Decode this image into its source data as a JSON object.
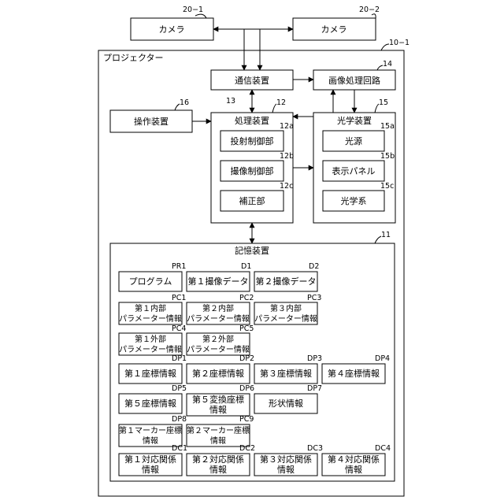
{
  "camera1": {
    "label": "カメラ",
    "ref": "20−1"
  },
  "camera2": {
    "label": "カメラ",
    "ref": "20−2"
  },
  "projector": {
    "label": "プロジェクター",
    "ref": "10−1"
  },
  "comm": {
    "label": "通信装置",
    "ref": "13"
  },
  "imgproc": {
    "label": "画像処理回路",
    "ref": "14"
  },
  "operation": {
    "label": "操作装置",
    "ref": "16"
  },
  "processing": {
    "label": "処理装置",
    "ref": "12",
    "proj_ctrl": {
      "label": "投射制御部",
      "ref": "12a"
    },
    "cap_ctrl": {
      "label": "撮像制御部",
      "ref": "12b"
    },
    "correction": {
      "label": "補正部",
      "ref": "12c"
    }
  },
  "optical": {
    "label": "光学装置",
    "ref": "15",
    "light": {
      "label": "光源",
      "ref": "15a"
    },
    "panel": {
      "label": "表示パネル",
      "ref": "15b"
    },
    "system": {
      "label": "光学系",
      "ref": "15c"
    }
  },
  "storage": {
    "label": "記憶装置",
    "ref": "11",
    "program": {
      "label": "プログラム",
      "ref": "PR1"
    },
    "d1": {
      "label": "第１撮像データ",
      "ref": "D1"
    },
    "d2": {
      "label": "第２撮像データ",
      "ref": "D2"
    },
    "pc1": {
      "l1": "第１内部",
      "l2": "パラメーター情報",
      "ref": "PC1"
    },
    "pc2": {
      "l1": "第２内部",
      "l2": "パラメーター情報",
      "ref": "PC2"
    },
    "pc3": {
      "l1": "第３内部",
      "l2": "パラメーター情報",
      "ref": "PC3"
    },
    "pc4": {
      "l1": "第１外部",
      "l2": "パラメーター情報",
      "ref": "PC4"
    },
    "pc5": {
      "l1": "第２外部",
      "l2": "パラメーター情報",
      "ref": "PC5"
    },
    "dp1": {
      "label": "第１座標情報",
      "ref": "DP1"
    },
    "dp2": {
      "label": "第２座標情報",
      "ref": "DP2"
    },
    "dp3": {
      "label": "第３座標情報",
      "ref": "DP3"
    },
    "dp4": {
      "label": "第４座標情報",
      "ref": "DP4"
    },
    "dp5": {
      "label": "第５座標情報",
      "ref": "DP5"
    },
    "dp6": {
      "l1": "第５変換座標",
      "l2": "情報",
      "ref": "DP6"
    },
    "dp7": {
      "label": "形状情報",
      "ref": "DP7"
    },
    "dp8": {
      "l1": "第１マーカー座標",
      "l2": "情報",
      "ref": "DP8"
    },
    "pc9": {
      "l1": "第２マーカー座標",
      "l2": "情報",
      "ref": "PC9"
    },
    "dc1": {
      "l1": "第１対応関係",
      "l2": "情報",
      "ref": "DC1"
    },
    "dc2": {
      "l1": "第２対応関係",
      "l2": "情報",
      "ref": "DC2"
    },
    "dc3": {
      "l1": "第３対応関係",
      "l2": "情報",
      "ref": "DC3"
    },
    "dc4": {
      "l1": "第４対応関係",
      "l2": "情報",
      "ref": "DC4"
    }
  }
}
